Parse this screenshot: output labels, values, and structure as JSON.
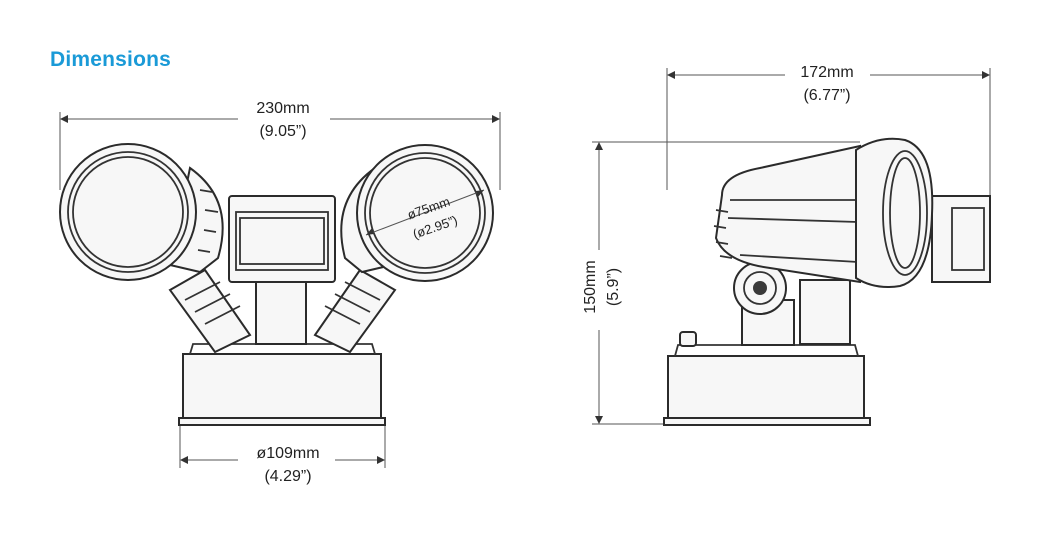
{
  "heading": "Dimensions",
  "colors": {
    "heading": "#1a9ad7",
    "line": "#333333"
  },
  "front_view": {
    "width_mm": "230mm",
    "width_in": "(9.05”)",
    "base_mm": "ø109mm",
    "base_in": "(4.29”)",
    "lens_mm": "ø75mm",
    "lens_in": "(ø2.95”)"
  },
  "side_view": {
    "depth_mm": "172mm",
    "depth_in": "(6.77”)",
    "height_mm": "150mm",
    "height_in": "(5.9”)"
  }
}
